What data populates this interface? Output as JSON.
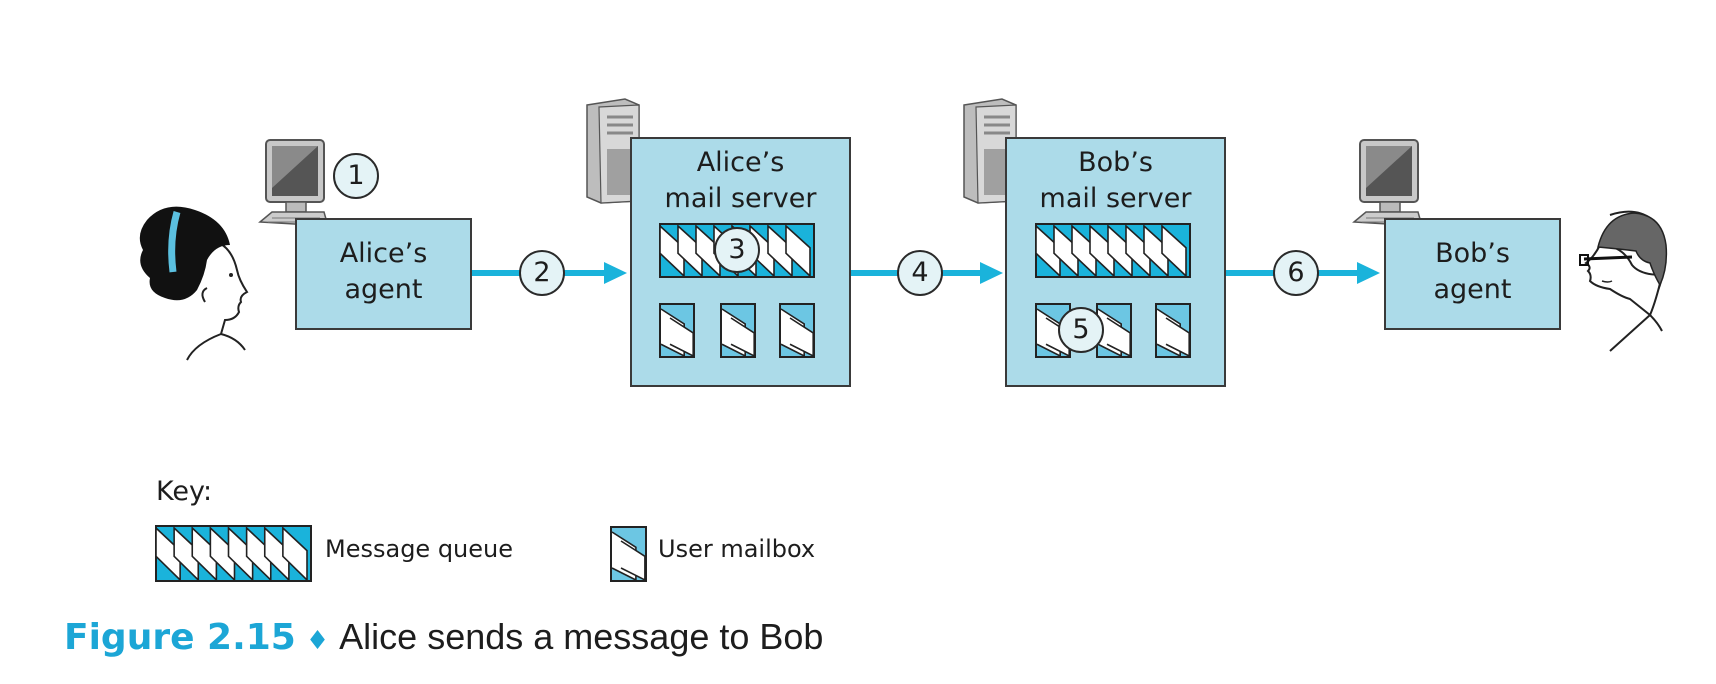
{
  "figure": {
    "number": "Figure 2.15",
    "separator": "♦",
    "title": "Alice sends a message to Bob"
  },
  "nodes": {
    "alice_agent": {
      "line1": "Alice’s",
      "line2": "agent"
    },
    "alice_server": {
      "line1": "Alice’s",
      "line2": "mail server"
    },
    "bob_server": {
      "line1": "Bob’s",
      "line2": "mail server"
    },
    "bob_agent": {
      "line1": "Bob’s",
      "line2": "agent"
    }
  },
  "steps": [
    "1",
    "2",
    "3",
    "4",
    "5",
    "6"
  ],
  "key": {
    "title": "Key:",
    "message_queue": "Message queue",
    "user_mailbox": "User mailbox"
  },
  "colors": {
    "box_fill": "#acdbe9",
    "arrow": "#1ab3db",
    "accent": "#1ca6d6",
    "queue_fill": "#1ab3db",
    "mailbox_fill": "#6cc6e3"
  },
  "icons": {
    "alice_person": "alice-person-icon",
    "bob_person": "bob-person-icon",
    "computer": "desktop-computer-icon",
    "server": "server-tower-icon"
  }
}
